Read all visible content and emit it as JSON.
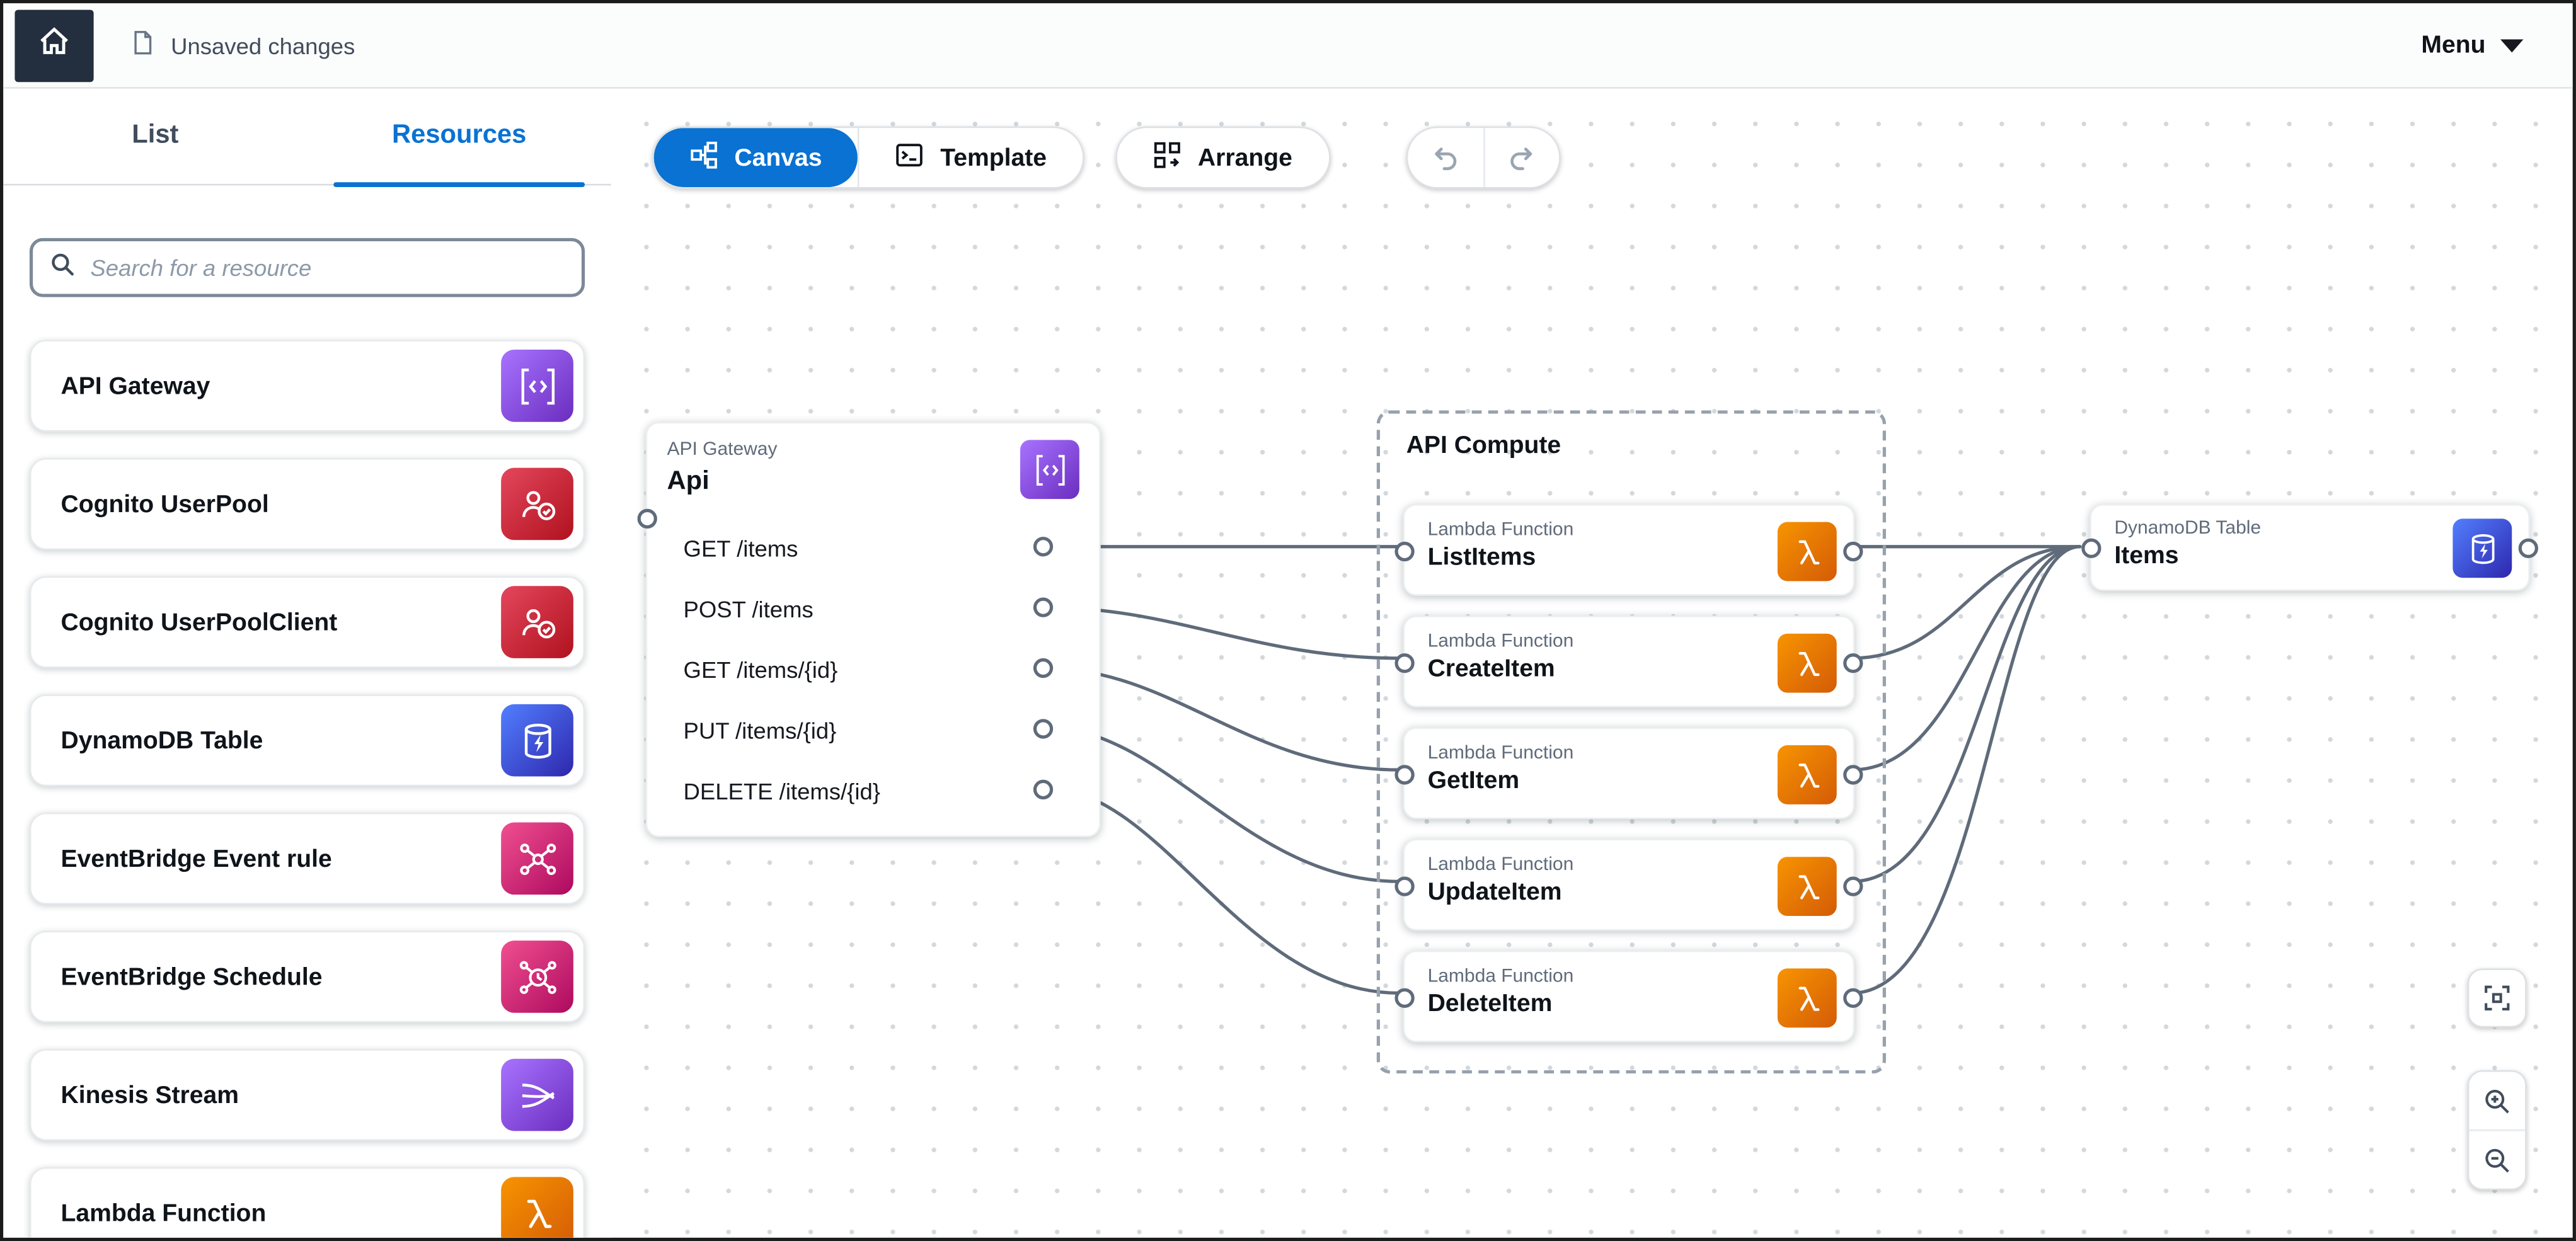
{
  "topbar": {
    "status": "Unsaved changes",
    "menu_label": "Menu"
  },
  "sidebar": {
    "tabs": [
      {
        "label": "List",
        "active": false
      },
      {
        "label": "Resources",
        "active": true
      }
    ],
    "search_placeholder": "Search for a resource",
    "resources": [
      {
        "label": "API Gateway",
        "icon": "api-gateway-icon",
        "color": "#8C4FFF"
      },
      {
        "label": "Cognito UserPool",
        "icon": "cognito-userpool-icon",
        "color": "#DD344C"
      },
      {
        "label": "Cognito UserPoolClient",
        "icon": "cognito-userpoolclient-icon",
        "color": "#DD344C"
      },
      {
        "label": "DynamoDB Table",
        "icon": "dynamodb-icon",
        "color": "#527FFF"
      },
      {
        "label": "EventBridge Event rule",
        "icon": "eventbridge-rule-icon",
        "color": "#E7157B"
      },
      {
        "label": "EventBridge Schedule",
        "icon": "eventbridge-schedule-icon",
        "color": "#E7157B"
      },
      {
        "label": "Kinesis Stream",
        "icon": "kinesis-icon",
        "color": "#8C4FFF"
      },
      {
        "label": "Lambda Function",
        "icon": "lambda-icon",
        "color": "#ED7100"
      }
    ]
  },
  "toolbar": {
    "canvas_label": "Canvas",
    "template_label": "Template",
    "arrange_label": "Arrange"
  },
  "canvas": {
    "api_node": {
      "type_label": "API Gateway",
      "title": "Api",
      "routes": [
        "GET /items",
        "POST /items",
        "GET /items/{id}",
        "PUT /items/{id}",
        "DELETE /items/{id}"
      ]
    },
    "group": {
      "title": "API Compute",
      "lambdas": [
        {
          "type_label": "Lambda Function",
          "title": "ListItems"
        },
        {
          "type_label": "Lambda Function",
          "title": "CreateItem"
        },
        {
          "type_label": "Lambda Function",
          "title": "GetItem"
        },
        {
          "type_label": "Lambda Function",
          "title": "UpdateItem"
        },
        {
          "type_label": "Lambda Function",
          "title": "DeleteItem"
        }
      ]
    },
    "table_node": {
      "type_label": "DynamoDB Table",
      "title": "Items"
    }
  },
  "colors": {
    "accent_blue": "#0972D3",
    "topbar_dark": "#232F3E",
    "connection_gray": "#5F6B7A"
  }
}
